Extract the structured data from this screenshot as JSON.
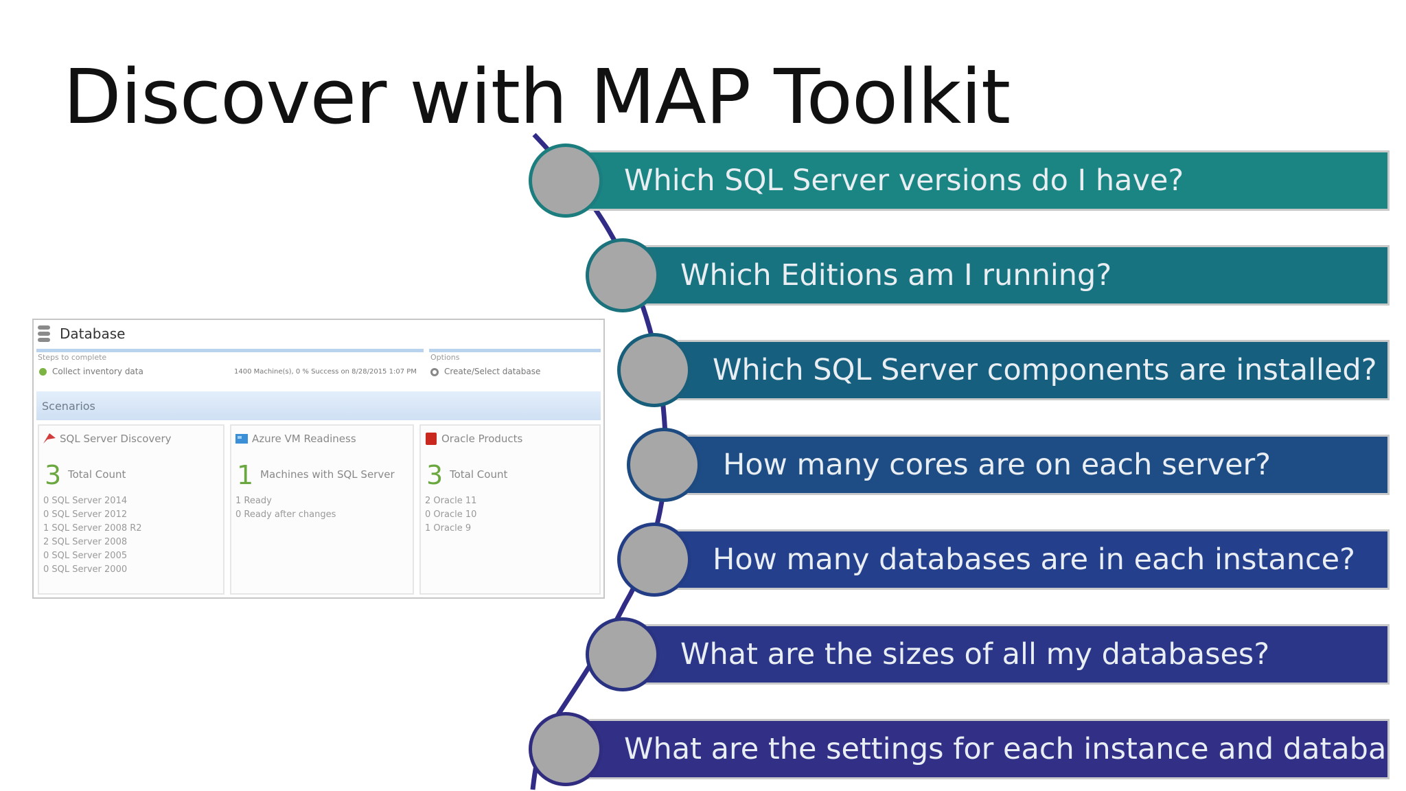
{
  "slide": {
    "title": "Discover with MAP Toolkit"
  },
  "questions": [
    {
      "text": "Which SQL Server versions do I have?",
      "color": "#1a8582",
      "ring": "#1c7d7e"
    },
    {
      "text": "Which Editions am I running?",
      "color": "#17737f",
      "ring": "#1b727c"
    },
    {
      "text": "Which SQL Server components are installed?",
      "color": "#165f7e",
      "ring": "#175e7b"
    },
    {
      "text": "How many cores are on each server?",
      "color": "#1e4c85",
      "ring": "#1d4a80"
    },
    {
      "text": "How many databases are in each instance?",
      "color": "#243f8c",
      "ring": "#223d86"
    },
    {
      "text": "What are the sizes of all my databases?",
      "color": "#2b3688",
      "ring": "#2a3382"
    },
    {
      "text": "What are the settings for each instance and database?",
      "color": "#322f87",
      "ring": "#302d80"
    }
  ],
  "panel": {
    "title": "Database",
    "steps_label": "Steps to complete",
    "step_text": "Collect inventory data",
    "step_status": "1400 Machine(s), 0 % Success on 8/28/2015 1:07 PM",
    "options_label": "Options",
    "option_text": "Create/Select database",
    "scenarios_label": "Scenarios",
    "cards": [
      {
        "title": "SQL Server Discovery",
        "count": "3",
        "count_label": "Total Count",
        "items": [
          "0 SQL Server 2014",
          "0 SQL Server 2012",
          "1 SQL Server 2008 R2",
          "2 SQL Server 2008",
          "0 SQL Server 2005",
          "0 SQL Server 2000"
        ]
      },
      {
        "title": "Azure VM Readiness",
        "count": "1",
        "count_label": "Machines with SQL Server",
        "items": [
          "1 Ready",
          "0 Ready after changes"
        ]
      },
      {
        "title": "Oracle Products",
        "count": "3",
        "count_label": "Total Count",
        "items": [
          "2 Oracle 11",
          "0 Oracle 10",
          "1 Oracle 9"
        ]
      }
    ]
  },
  "colors": {
    "connector": "#312c86",
    "circle_fill": "#a7a7a7",
    "count_green": "#6aa83f"
  }
}
